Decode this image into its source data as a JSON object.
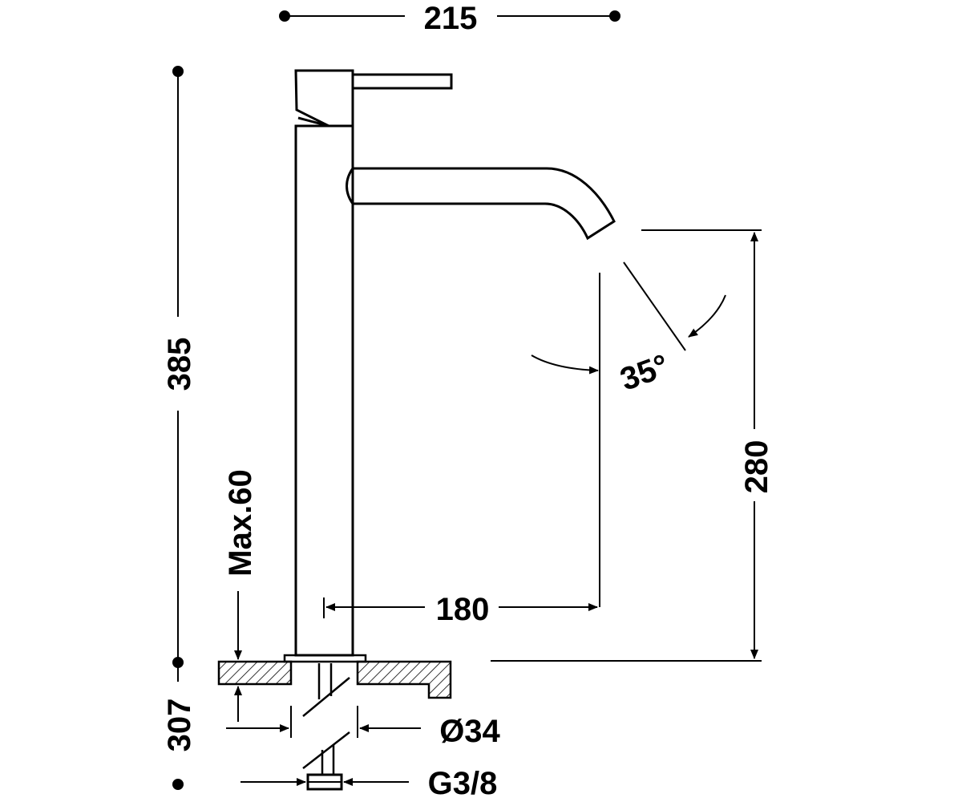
{
  "dimensions": {
    "overall_width": "215",
    "overall_height": "385",
    "below_counter": "307",
    "spout_height": "280",
    "spout_reach": "180",
    "counter_thickness": "Max.60",
    "spray_angle": "35°",
    "base_diameter": "Ø34",
    "connection_thread": "G3/8"
  },
  "colors": {
    "line": "#000000",
    "background": "#ffffff"
  }
}
